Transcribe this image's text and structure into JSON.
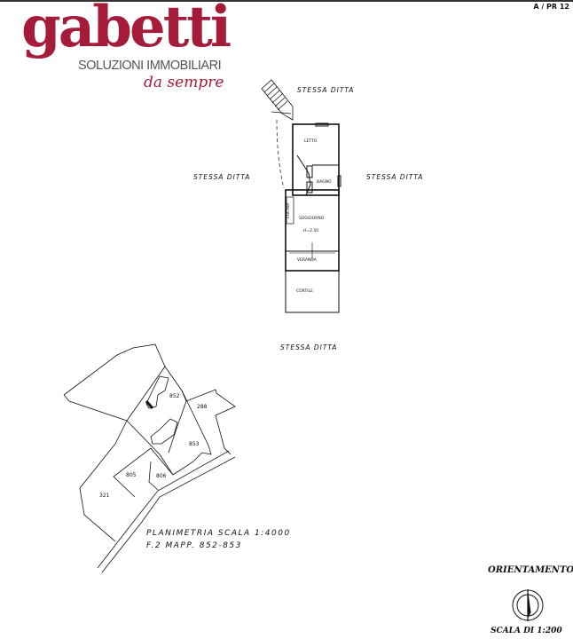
{
  "document": {
    "ref_code": "A / PR 12",
    "logo": {
      "brand": "gabetti",
      "subtitle": "SOLUZIONI IMMOBILIARI",
      "tagline": "da sempre",
      "color": "#a51c3a"
    },
    "floor_plan": {
      "neighbors": {
        "top": "STESSA DITTA",
        "left": "STESSA DITTA",
        "right": "STESSA DITTA",
        "bottom": "STESSA DITTA"
      },
      "rooms": {
        "bedroom": "LETTO",
        "bathroom": "BAGNO",
        "kitchen": "CUCINA",
        "living": "SOGGIORNO",
        "height": "H=2.50",
        "veranda": "VERANDA",
        "courtyard": "CORTILE"
      }
    },
    "site_plan": {
      "parcels": [
        "852",
        "288",
        "853",
        "805",
        "806",
        "321"
      ],
      "title_line1": "PLANIMETRIA SCALA 1:4000",
      "title_line2": "F.2 MAPP. 852-853"
    },
    "orientation": {
      "label": "ORIENTAMENTO",
      "scale": "SCALA DI 1:200"
    }
  }
}
